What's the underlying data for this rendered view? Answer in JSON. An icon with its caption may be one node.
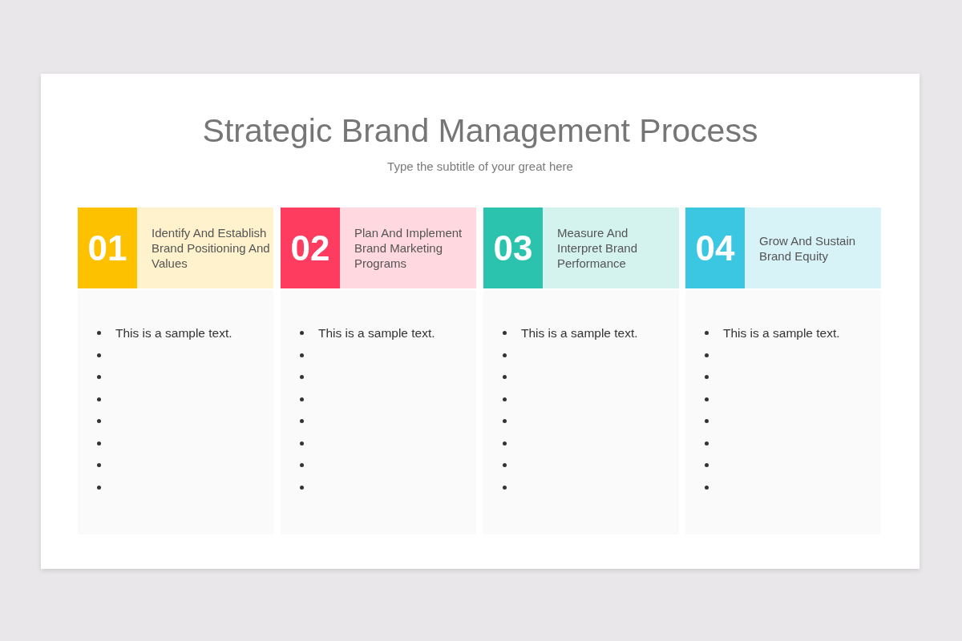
{
  "diagram": {
    "title": "Strategic Brand Management Process",
    "nodes": [
      {
        "text": [
          "01"
        ]
      },
      {
        "text": [
          "Identify And Establish Brand Positioning And Values"
        ]
      },
      {
        "text": [
          "This is a sample text."
        ]
      },
      {
        "text": [
          "02"
        ]
      },
      {
        "text": [
          "Plan And Implement Brand Marketing Programs"
        ]
      },
      {
        "text": [
          "This is a sample text."
        ]
      },
      {
        "text": [
          "03"
        ]
      },
      {
        "text": [
          "Measure And Interpret Brand Performance"
        ]
      },
      {
        "text": [
          "This is a sample text."
        ]
      },
      {
        "text": [
          "04"
        ]
      },
      {
        "text": [
          "Grow And Sustain Brand Equity"
        ]
      },
      {
        "text": [
          "This is a sample text."
        ]
      }
    ],
    "labels": [
      "Type the subtitle of your great here"
    ]
  }
}
